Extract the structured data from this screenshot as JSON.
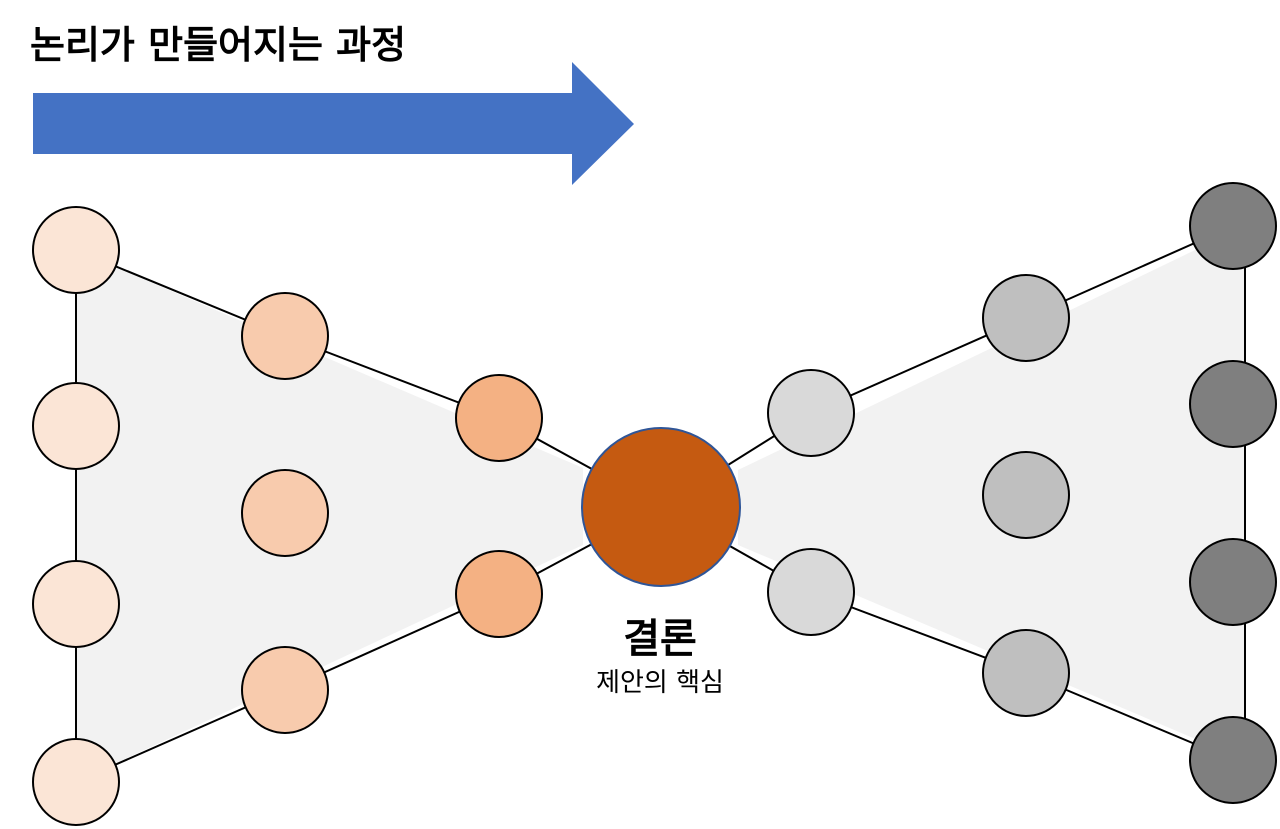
{
  "title": "논리가 만들어지는 과정",
  "arrow": {
    "color": "#4472C4",
    "direction": "right"
  },
  "center": {
    "label": "결론",
    "sublabel": "제안의 핵심",
    "color": "#C55A11",
    "stroke": "#2F5597"
  },
  "colors": {
    "left_outer": "#FBE5D6",
    "left_middle": "#F8CBAD",
    "left_inner": "#F4B183",
    "right_inner": "#D9D9D9",
    "right_middle": "#BFBFBF",
    "right_outer": "#7F7F7F",
    "region_fill": "#F2F2F2"
  }
}
